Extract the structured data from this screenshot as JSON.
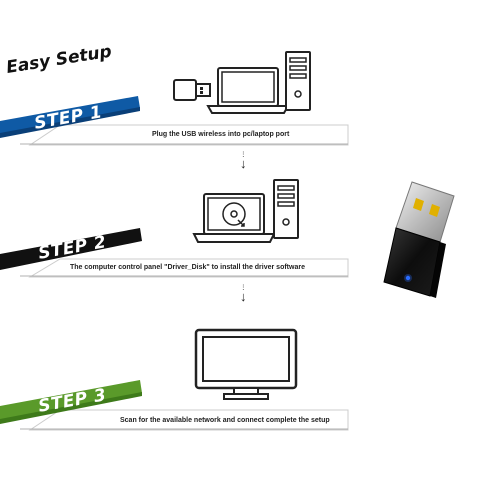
{
  "title": "Easy Setup",
  "steps": [
    {
      "label": "STEP 1",
      "color": "#0f5aa5",
      "instruction": "Plug the USB wireless into pc/laptop port"
    },
    {
      "label": "STEP 2",
      "color": "#111111",
      "instruction": "The computer control panel \"Driver_Disk\" to install the driver software"
    },
    {
      "label": "STEP 3",
      "color": "#5a9a2a",
      "instruction": "Scan for the available network and connect complete the setup"
    }
  ],
  "arrow_glyph": "↓",
  "icons": [
    "usb-adapter-small-icon",
    "laptop-icon",
    "desktop-tower-icon",
    "laptop-disk-icon",
    "desktop-tower-icon",
    "monitor-icon",
    "usb-wifi-adapter"
  ]
}
